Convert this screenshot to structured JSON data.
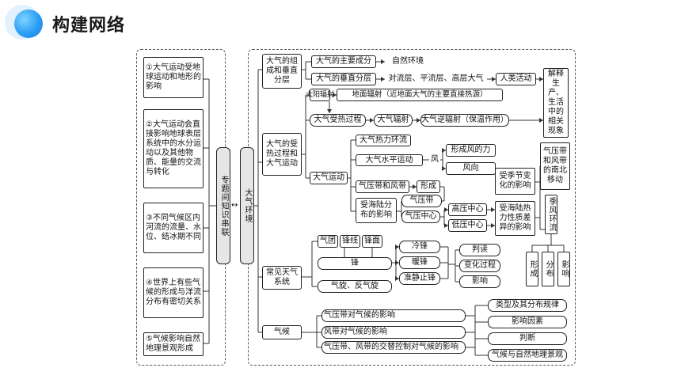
{
  "header": {
    "title": "构建网络"
  },
  "left_items": [
    "①大气运动受地球运动和地形的影响",
    "②大气运动会直接影响地球表层系统中的水分运动以及其他物质、能量的交流与转化",
    "③不同气候区内河流的流量、水位、结冰期不同",
    "④世界上有些气候的形成与洋流分布有密切关系",
    "⑤气候影响自然地理景观形成"
  ],
  "center": {
    "link": "专题间知识串联",
    "arrow": "↔",
    "topic": "大气环境"
  },
  "sections": {
    "composition": {
      "label": "大气的组成和垂直分层",
      "main_component": "大气的主要成分",
      "natural_env": "自然环境",
      "vertical": "大气的垂直分层",
      "layers": "对流层、平流层、高层大气",
      "human": "人类活动",
      "explain": "解释生产、生活中的相关现象"
    },
    "heating": {
      "label": "大气的受热过程和大气运动",
      "solar": "太阳辐射",
      "ground": "地面辐射（近地面大气的主要直接热源）",
      "heat_process": "大气受热过程",
      "atm_rad": "大气辐射",
      "counter_rad": "大气逆辐射（保温作用）",
      "motion": "大气运动",
      "thermal_circ": "大气热力环流",
      "horizontal": "大气水平运动",
      "wind": "风",
      "wind_force": "形成风的力",
      "wind_dir": "风向",
      "belts": "气压带和风带",
      "formation": "形成",
      "belt_move": "气压带和风带的南北移动",
      "land_sea": "受海陆分布的影响",
      "pressure_belt": "气压带",
      "pressure_center": "气压中心",
      "high": "高压中心",
      "low": "低压中心",
      "season_change": "受季节变化的影响",
      "thermal_diff": "受海陆热力性质差异的影响",
      "monsoon": "季风环流",
      "m_formation": "形成",
      "m_distribution": "分布",
      "m_influence": "影响"
    },
    "weather": {
      "label": "常见天气系统",
      "air_mass": "气团",
      "front_line": "锋线",
      "front_surface": "锋面",
      "front": "锋",
      "cold": "冷锋",
      "warm": "暖锋",
      "stationary": "准静止锋",
      "judge": "判读",
      "change": "变化过程",
      "influence": "影响",
      "cyclone": "气旋、反气旋"
    },
    "climate": {
      "label": "气候",
      "c1": "气压带对气候的影响",
      "c2": "风带对气候的影响",
      "c3": "气压带、风带的交替控制对气候的影响",
      "r1": "类型及其分布规律",
      "r2": "影响因素",
      "r3": "判断",
      "r4": "气候与自然地理景观"
    }
  }
}
